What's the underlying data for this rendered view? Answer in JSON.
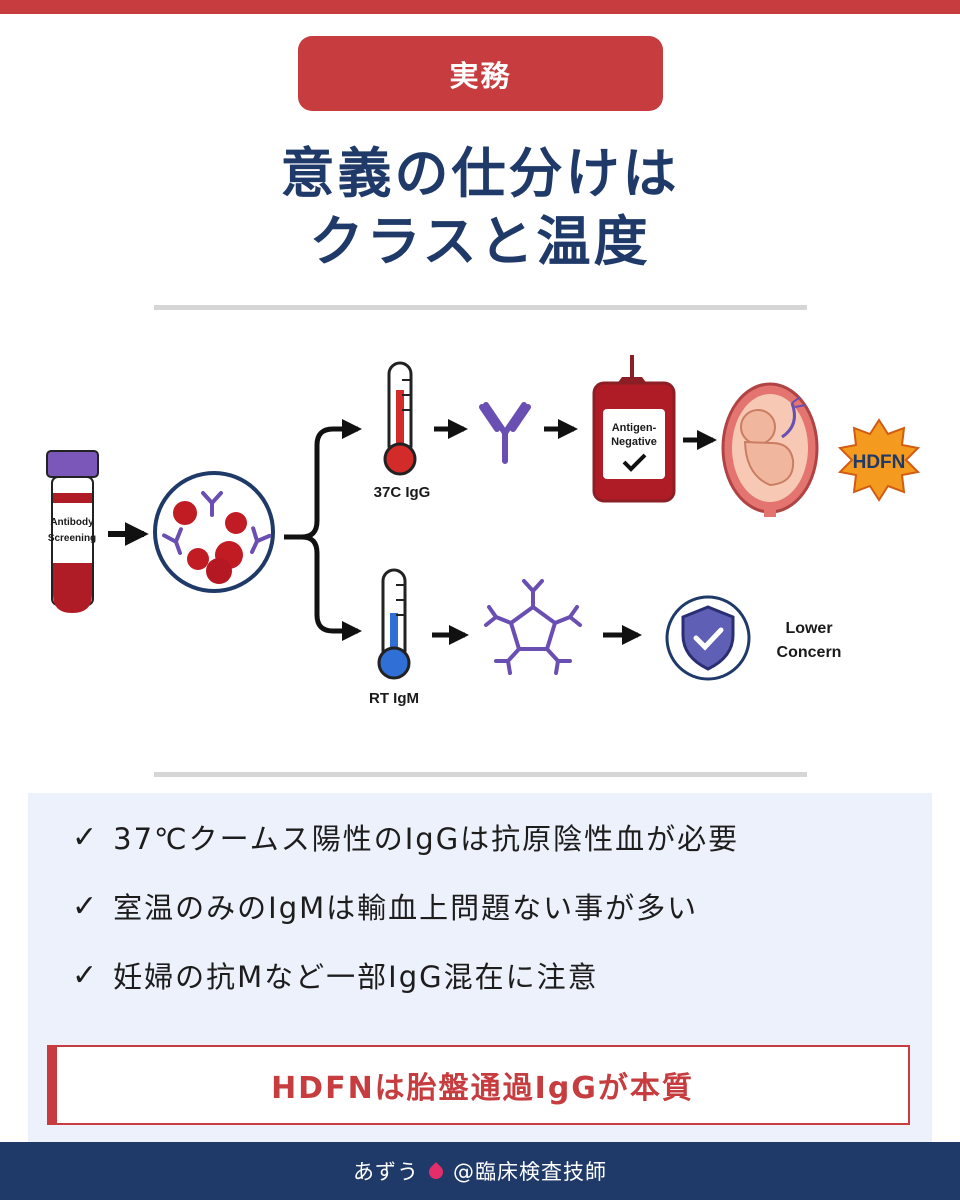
{
  "header": {
    "tag": "実務",
    "title_line1": "意義の仕分けは",
    "title_line2": "クラスと温度"
  },
  "diagram": {
    "tube_label_1": "Antibody",
    "tube_label_2": "Screening",
    "upper_thermo_label": "37C IgG",
    "lower_thermo_label": "RT IgM",
    "bag_label_1": "Antigen-",
    "bag_label_2": "Negative",
    "starburst_label": "HDFN",
    "concern_label_1": "Lower",
    "concern_label_2": "Concern"
  },
  "points": [
    {
      "check": "✓",
      "text": "37℃クームス陽性のIgGは抗原陰性血が必要"
    },
    {
      "check": "✓",
      "text": "室温のみのIgMは輸血上問題ない事が多い"
    },
    {
      "check": "✓",
      "text": "妊婦の抗Mなど一部IgG混在に注意"
    }
  ],
  "callout": "HDFNは胎盤通過IgGが本質",
  "footer": {
    "author": "あずう",
    "handle": "@臨床検査技師"
  },
  "colors": {
    "accent_red": "#c63c3f",
    "navy": "#1f3a68",
    "panel_bg": "#ecf1fb"
  }
}
